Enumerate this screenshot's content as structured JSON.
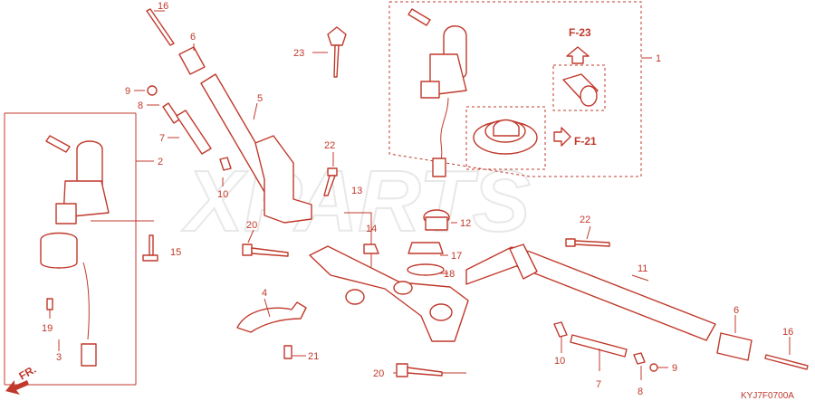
{
  "watermark": "XPARTS",
  "drawing_code": "KYJ7F0700A",
  "front_marker": "FR.",
  "references": {
    "upper": "F-23",
    "lower": "F-21"
  },
  "callouts": {
    "c1": "1",
    "c2": "2",
    "c3": "3",
    "c4": "4",
    "c5": "5",
    "c6a": "6",
    "c6b": "6",
    "c7a": "7",
    "c7b": "7",
    "c8a": "8",
    "c8b": "8",
    "c9a": "9",
    "c9b": "9",
    "c10a": "10",
    "c10b": "10",
    "c11": "11",
    "c12": "12",
    "c13": "13",
    "c14": "14",
    "c15": "15",
    "c16a": "16",
    "c16b": "16",
    "c17": "17",
    "c18": "18",
    "c19": "19",
    "c20a": "20",
    "c20b": "20",
    "c21": "21",
    "c22a": "22",
    "c22b": "22",
    "c23": "23"
  },
  "colors": {
    "line": "#c0392b",
    "watermark": "#e8e8e8",
    "background": "#ffffff"
  }
}
